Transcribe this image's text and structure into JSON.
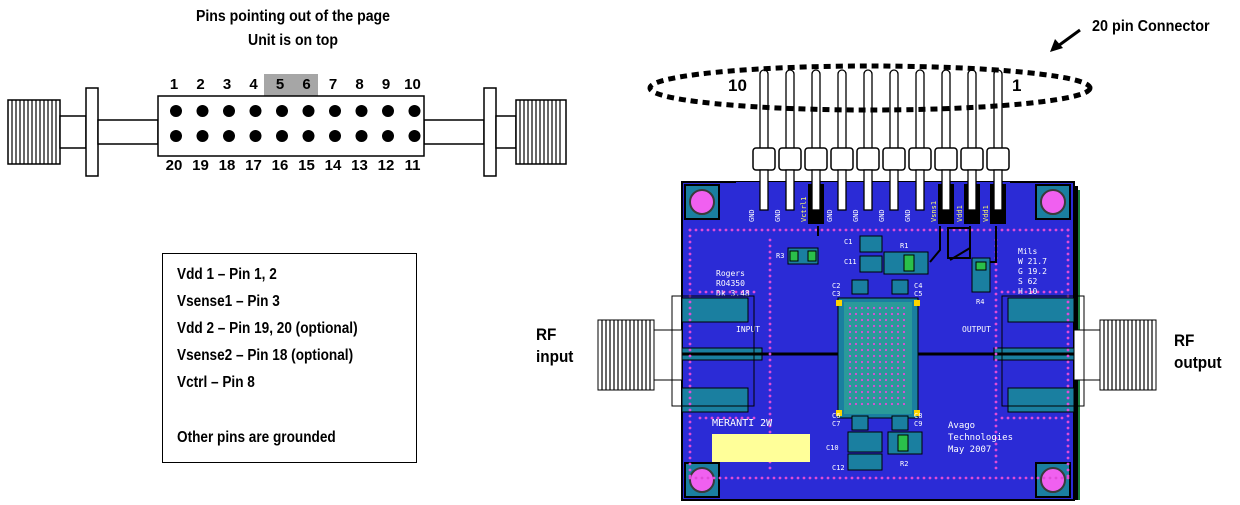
{
  "pin_diagram": {
    "header_line1": "Pins pointing out of the page",
    "header_line2": "Unit is on top",
    "top_row": [
      "1",
      "2",
      "3",
      "4",
      "5",
      "6",
      "7",
      "8",
      "9",
      "10"
    ],
    "bottom_row": [
      "20",
      "19",
      "18",
      "17",
      "16",
      "15",
      "14",
      "13",
      "12",
      "11"
    ],
    "highlighted_pins": [
      "5",
      "6"
    ],
    "highlight_color": "#a6a6a6"
  },
  "pin_info": {
    "lines": [
      "Vdd 1 – Pin 1, 2",
      "Vsense1 – Pin 3",
      "Vdd 2 – Pin 19, 20 (optional)",
      "Vsense2 – Pin 18 (optional)",
      "Vctrl – Pin 8",
      "",
      "Other pins are grounded"
    ]
  },
  "connector": {
    "label": "20 pin Connector",
    "left_pin": "10",
    "right_pin": "1"
  },
  "labels": {
    "rf_input_line1": "RF",
    "rf_input_line2": "input",
    "rf_output_line1": "RF",
    "rf_output_line2": "output"
  },
  "board": {
    "pin_labels": [
      "GND",
      "GND",
      "Vctrl1",
      "GND",
      "GND",
      "GND",
      "GND",
      "Vsns1",
      "Vdd1",
      "Vdd1"
    ],
    "material_lines": [
      "Rogers",
      "RO4350",
      "Dk 3.48"
    ],
    "mils_lines": [
      "Mils",
      "W 21.7",
      "G 19.2",
      "S 62",
      "H 10"
    ],
    "input_label": "INPUT",
    "output_label": "OUTPUT",
    "name": "MERANTI 2W",
    "company_lines": [
      "Avago",
      "Technologies",
      "May 2007"
    ],
    "component_labels": {
      "r3": "R3",
      "c1": "C1",
      "c2": "C2",
      "c3": "C3",
      "c4": "C4",
      "c5": "C5",
      "r1": "R1",
      "r4": "R4",
      "c6": "C6",
      "c7": "C7",
      "c8": "C8",
      "c9": "C9",
      "c10": "C10",
      "c11": "C11",
      "r2": "R2",
      "c12": "C12"
    },
    "colors": {
      "substrate": "#2b2bd6",
      "copper": "#1a7fa0",
      "via": "#e04cd8",
      "mount_hole": "#f060f0",
      "label_patch": "#ffff99",
      "gold": "#ffd400"
    }
  }
}
